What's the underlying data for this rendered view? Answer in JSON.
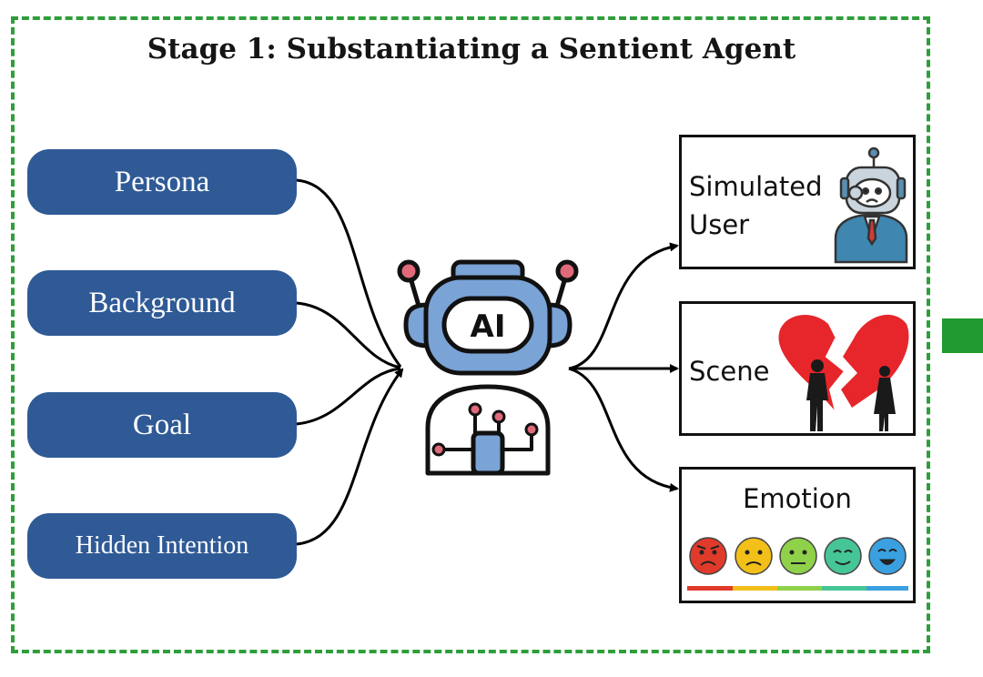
{
  "title": "Stage 1: Substantiating a Sentient Agent",
  "inputs": [
    {
      "label": "Persona"
    },
    {
      "label": "Background"
    },
    {
      "label": "Goal"
    },
    {
      "label": "Hidden Intention"
    }
  ],
  "agent": {
    "badge": "AI"
  },
  "outputs": {
    "user": {
      "line1": "Simulated",
      "line2": "User"
    },
    "scene": {
      "label": "Scene"
    },
    "emotion": {
      "label": "Emotion"
    }
  },
  "colors": {
    "frame": "#2e9e3a",
    "pill": "#2f5a96",
    "robot_blue": "#7aa3d6",
    "robot_pink": "#e06a7a",
    "heart_red": "#e6262b",
    "emotion_scale": [
      "#e03a2a",
      "#f2c019",
      "#8fd14a",
      "#46c596",
      "#3aa0e0"
    ]
  },
  "icons": [
    "ai-robot-icon",
    "worried-robot-icon",
    "broken-heart-icon",
    "emotion-face-icons"
  ]
}
